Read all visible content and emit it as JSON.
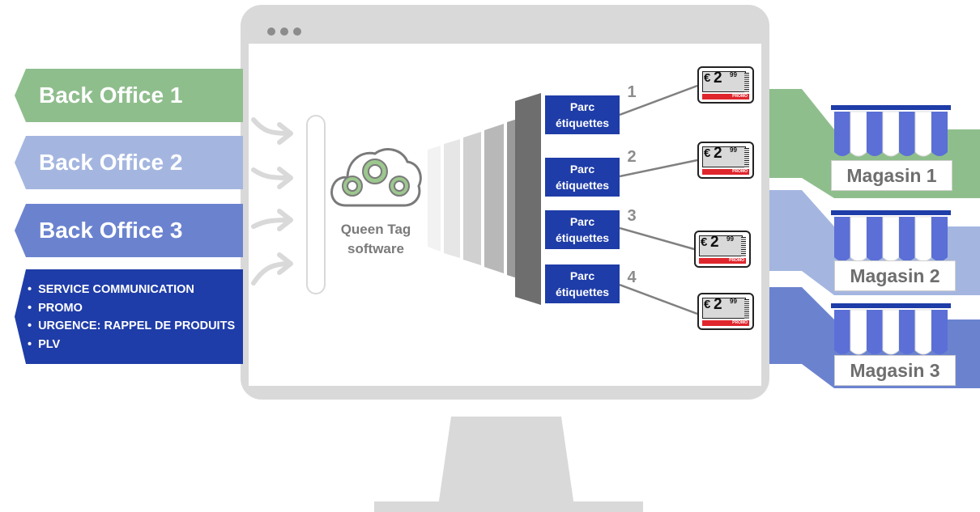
{
  "back_offices": [
    {
      "label": "Back Office 1",
      "color": "#8fbe8d"
    },
    {
      "label": "Back Office 2",
      "color": "#a4b6e0"
    },
    {
      "label": "Back Office 3",
      "color": "#6b83cf"
    }
  ],
  "message_types": {
    "color": "#1f3da8",
    "items": [
      "SERVICE COMMUNICATION",
      "PROMO",
      "URGENCE: RAPPEL DE PRODUITS",
      "PLV"
    ]
  },
  "software": {
    "line1": "Queen Tag",
    "line2": "software",
    "icon": "cloud-gears-icon"
  },
  "parcs": [
    {
      "number": "1",
      "line1": "Parc",
      "line2": "étiquettes"
    },
    {
      "number": "2",
      "line1": "Parc",
      "line2": "étiquettes"
    },
    {
      "number": "3",
      "line1": "Parc",
      "line2": "étiquettes"
    },
    {
      "number": "4",
      "line1": "Parc",
      "line2": "étiquettes"
    }
  ],
  "price_tag": {
    "currency": "€",
    "price": "2",
    "cents": "99",
    "badge": "PROMO"
  },
  "shops": [
    {
      "label": "Magasin 1",
      "color": "#8fbe8d"
    },
    {
      "label": "Magasin 2",
      "color": "#a4b6e0"
    },
    {
      "label": "Magasin 3",
      "color": "#6b83cf"
    }
  ]
}
